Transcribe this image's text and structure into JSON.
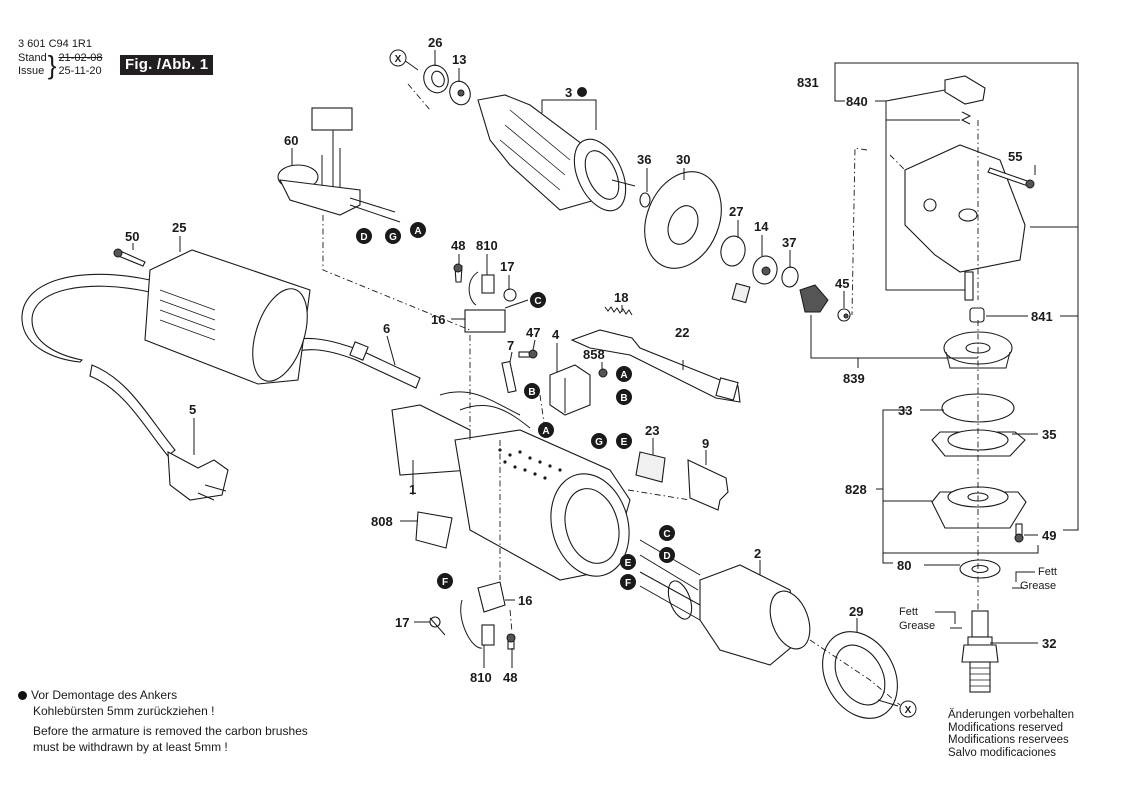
{
  "header": {
    "document_number": "3 601 C94 1R1",
    "stand_label": "Stand",
    "issue_label": "Issue",
    "superseded_date": "21-02-08",
    "current_date": "25-11-20",
    "figure_label": "Fig. /Abb. 1"
  },
  "parts": {
    "p1": "1",
    "p2": "2",
    "p3": "3",
    "p4": "4",
    "p5": "5",
    "p6": "6",
    "p7": "7",
    "p9": "9",
    "p13": "13",
    "p14": "14",
    "p16a": "16",
    "p16b": "16",
    "p17a": "17",
    "p17b": "17",
    "p18": "18",
    "p22": "22",
    "p23": "23",
    "p25": "25",
    "p26": "26",
    "p27": "27",
    "p29": "29",
    "p30": "30",
    "p32": "32",
    "p33": "33",
    "p35": "35",
    "p36": "36",
    "p37": "37",
    "p45": "45",
    "p47": "47",
    "p48a": "48",
    "p48b": "48",
    "p49": "49",
    "p50": "50",
    "p55": "55",
    "p60": "60",
    "p80": "80",
    "p808": "808",
    "p810a": "810",
    "p810b": "810",
    "p828": "828",
    "p831": "831",
    "p839": "839",
    "p840": "840",
    "p841": "841",
    "p858": "858"
  },
  "connectors": {
    "A": "A",
    "B": "B",
    "C": "C",
    "D": "D",
    "E": "E",
    "F": "F",
    "G": "G",
    "X": "X"
  },
  "annotations": {
    "grease_de": "Fett",
    "grease_en": "Grease"
  },
  "note": {
    "de_line1": "Vor Demontage des Ankers",
    "de_line2": "Kohlebürsten 5mm zurückziehen !",
    "en_line1": "Before the armature is removed the carbon brushes",
    "en_line2": "must be withdrawn by at least 5mm !"
  },
  "modifications": {
    "de": "Änderungen vorbehalten",
    "en": "Modifications reserved",
    "fr": "Modifications reservees",
    "es": "Salvo modificaciones"
  }
}
